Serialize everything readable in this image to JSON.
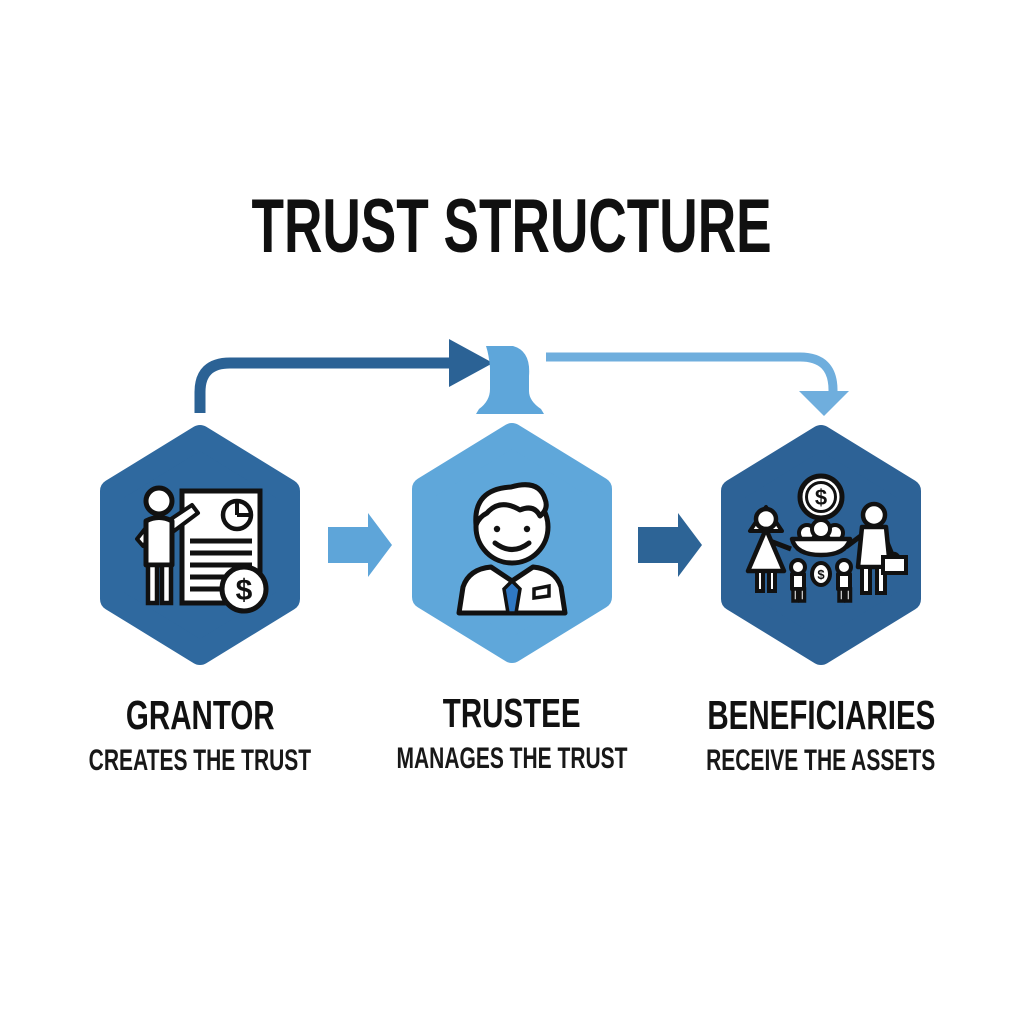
{
  "title": "TRUST STRUCTURE",
  "dollar_sign": "$",
  "nodes": [
    {
      "id": "grantor",
      "label": "GRANTOR",
      "description": "CREATES THE TRUST",
      "fill": "#2F699F",
      "icon": "grantor-presenting-document-icon"
    },
    {
      "id": "trustee",
      "label": "TRUSTEE",
      "description": "MANAGES THE TRUST",
      "fill": "#5FA7DA",
      "icon": "trustee-businessman-icon"
    },
    {
      "id": "beneficiaries",
      "label": "BENEFICIARIES",
      "description": "RECEIVE THE ASSETS",
      "fill": "#2D6296",
      "icon": "beneficiaries-family-icon"
    }
  ],
  "connectors": {
    "grantor_top_arrow": {
      "from": "grantor",
      "to": "trustee",
      "color": "#2B6295",
      "direction": "right"
    },
    "trustee_inflow_ribbon": {
      "to": "trustee",
      "color": "#5EA6DA",
      "direction": "down"
    },
    "trustee_top_arrow": {
      "from": "trustee",
      "to": "beneficiaries",
      "color": "#6FAEDD",
      "direction": "down"
    },
    "grantor_trustee_block_arrow": {
      "color": "#5EA5D9",
      "direction": "right"
    },
    "trustee_beneficiaries_block_arrow": {
      "color": "#2D6496",
      "direction": "right"
    }
  },
  "colors": {
    "background": "#FFFFFF",
    "text": "#111111",
    "icon_line": "#111111",
    "icon_fill": "#FFFFFF",
    "tie": "#2F77C2"
  }
}
